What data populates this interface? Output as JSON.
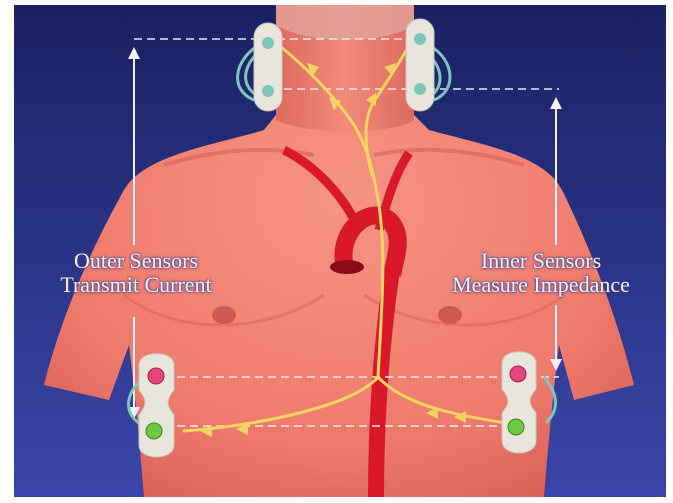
{
  "labels": {
    "outer_line1": "Outer Sensors",
    "outer_line2": "Transmit Current",
    "inner_line1": "Inner Sensors",
    "inner_line2": "Measure Impedance"
  },
  "colors": {
    "background_top": "#1c2468",
    "background_bottom": "#3a46a8",
    "skin": "#f07f70",
    "artery": "#d9192b",
    "current_path": "#f4d460",
    "sensor_outer": "#e8457a",
    "sensor_inner": "#6ec840",
    "wire": "#7ec6b8"
  }
}
